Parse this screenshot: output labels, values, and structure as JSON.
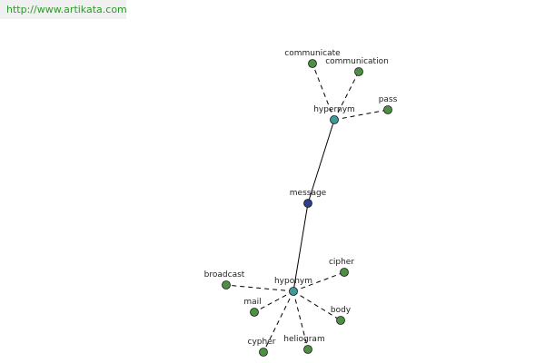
{
  "header": {
    "url_text": "http://www.artikata.com"
  },
  "colors": {
    "background": "#ffffff",
    "banner_background": "#f0f0f0",
    "url_text": "#2a9a2a",
    "leaf_node": "#4f8f45",
    "hub_node": "#3f9a9a",
    "center_node": "#2f3f8a",
    "edge": "#000000",
    "label": "#222222"
  },
  "graph": {
    "center": {
      "id": "message",
      "label": "message",
      "kind": "center"
    },
    "hubs": [
      {
        "id": "hypernym",
        "label": "hypernym",
        "kind": "hub"
      },
      {
        "id": "hyponym",
        "label": "hyponym",
        "kind": "hub"
      }
    ],
    "leaves": [
      {
        "id": "communicate",
        "label": "communicate",
        "hub": "hypernym"
      },
      {
        "id": "communication",
        "label": "communication",
        "hub": "hypernym"
      },
      {
        "id": "pass",
        "label": "pass",
        "hub": "hypernym"
      },
      {
        "id": "broadcast",
        "label": "broadcast",
        "hub": "hyponym"
      },
      {
        "id": "cipher",
        "label": "cipher",
        "hub": "hyponym"
      },
      {
        "id": "mail",
        "label": "mail",
        "hub": "hyponym"
      },
      {
        "id": "body",
        "label": "body",
        "hub": "hyponym"
      },
      {
        "id": "cypher",
        "label": "cypher",
        "hub": "hyponym"
      },
      {
        "id": "heliogram",
        "label": "heliogram",
        "hub": "hyponym"
      }
    ],
    "edges": [
      {
        "from": "message",
        "to": "hypernym",
        "style": "solid"
      },
      {
        "from": "message",
        "to": "hyponym",
        "style": "solid"
      },
      {
        "from": "hypernym",
        "to": "communicate",
        "style": "dashed"
      },
      {
        "from": "hypernym",
        "to": "communication",
        "style": "dashed"
      },
      {
        "from": "hypernym",
        "to": "pass",
        "style": "dashed"
      },
      {
        "from": "hyponym",
        "to": "broadcast",
        "style": "dashed"
      },
      {
        "from": "hyponym",
        "to": "cipher",
        "style": "dashed"
      },
      {
        "from": "hyponym",
        "to": "mail",
        "style": "dashed"
      },
      {
        "from": "hyponym",
        "to": "body",
        "style": "dashed"
      },
      {
        "from": "hyponym",
        "to": "cypher",
        "style": "dashed"
      },
      {
        "from": "hyponym",
        "to": "heliogram",
        "style": "dashed"
      }
    ]
  }
}
